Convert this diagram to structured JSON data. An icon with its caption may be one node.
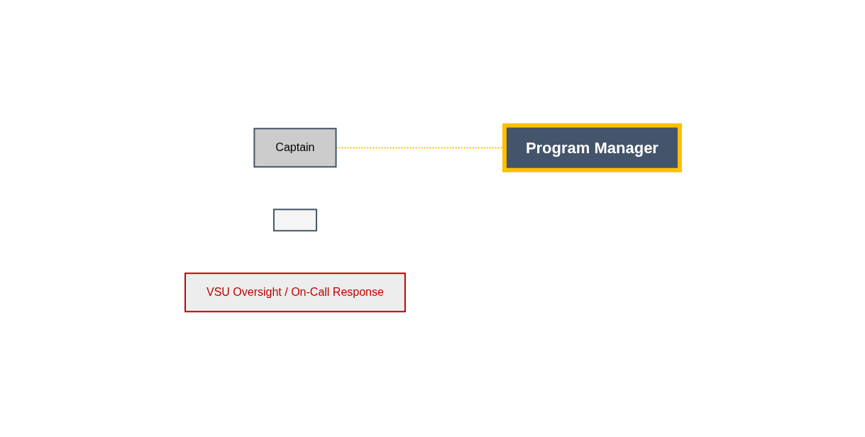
{
  "diagram": {
    "nodes": [
      {
        "text": [
          "Captain"
        ]
      },
      {
        "text": [],
        "shape": "box"
      },
      {
        "text": [
          "Program Manager"
        ]
      },
      {
        "text": [
          "VSU Oversight / On-Call Response"
        ]
      }
    ],
    "edges": [
      {
        "from": 0,
        "to": 2,
        "arrow": "none",
        "style": "dashed",
        "color": "#ffc000"
      }
    ]
  }
}
